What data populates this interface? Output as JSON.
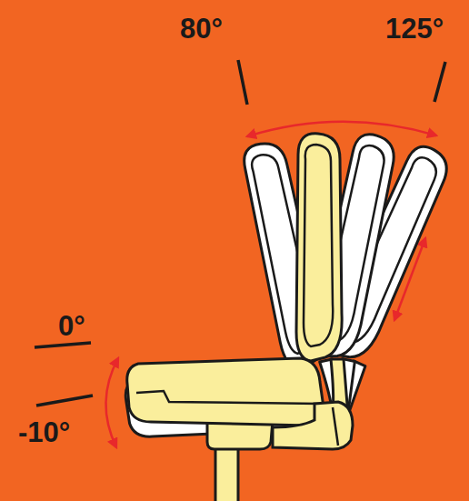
{
  "diagram": {
    "labels": [
      "80°",
      "125°",
      "0°",
      "-10°"
    ]
  }
}
